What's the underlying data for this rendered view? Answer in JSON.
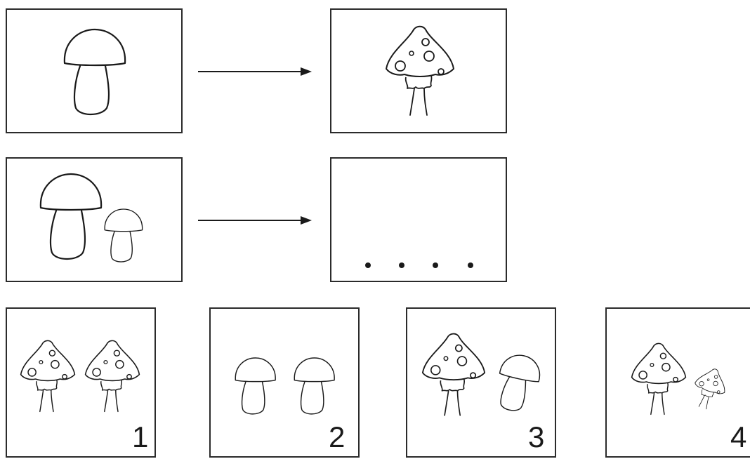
{
  "puzzle": {
    "options": [
      {
        "number": "1"
      },
      {
        "number": "2"
      },
      {
        "number": "3"
      },
      {
        "number": "4"
      }
    ]
  },
  "icons": {
    "plain_mushroom": "porcini-mushroom-icon",
    "spotted_mushroom": "fly-agaric-mushroom-icon",
    "arrow": "arrow-right-icon",
    "placeholder": "four-dots-placeholder"
  },
  "colors": {
    "ink": "#1a1a1a",
    "background": "#ffffff"
  }
}
